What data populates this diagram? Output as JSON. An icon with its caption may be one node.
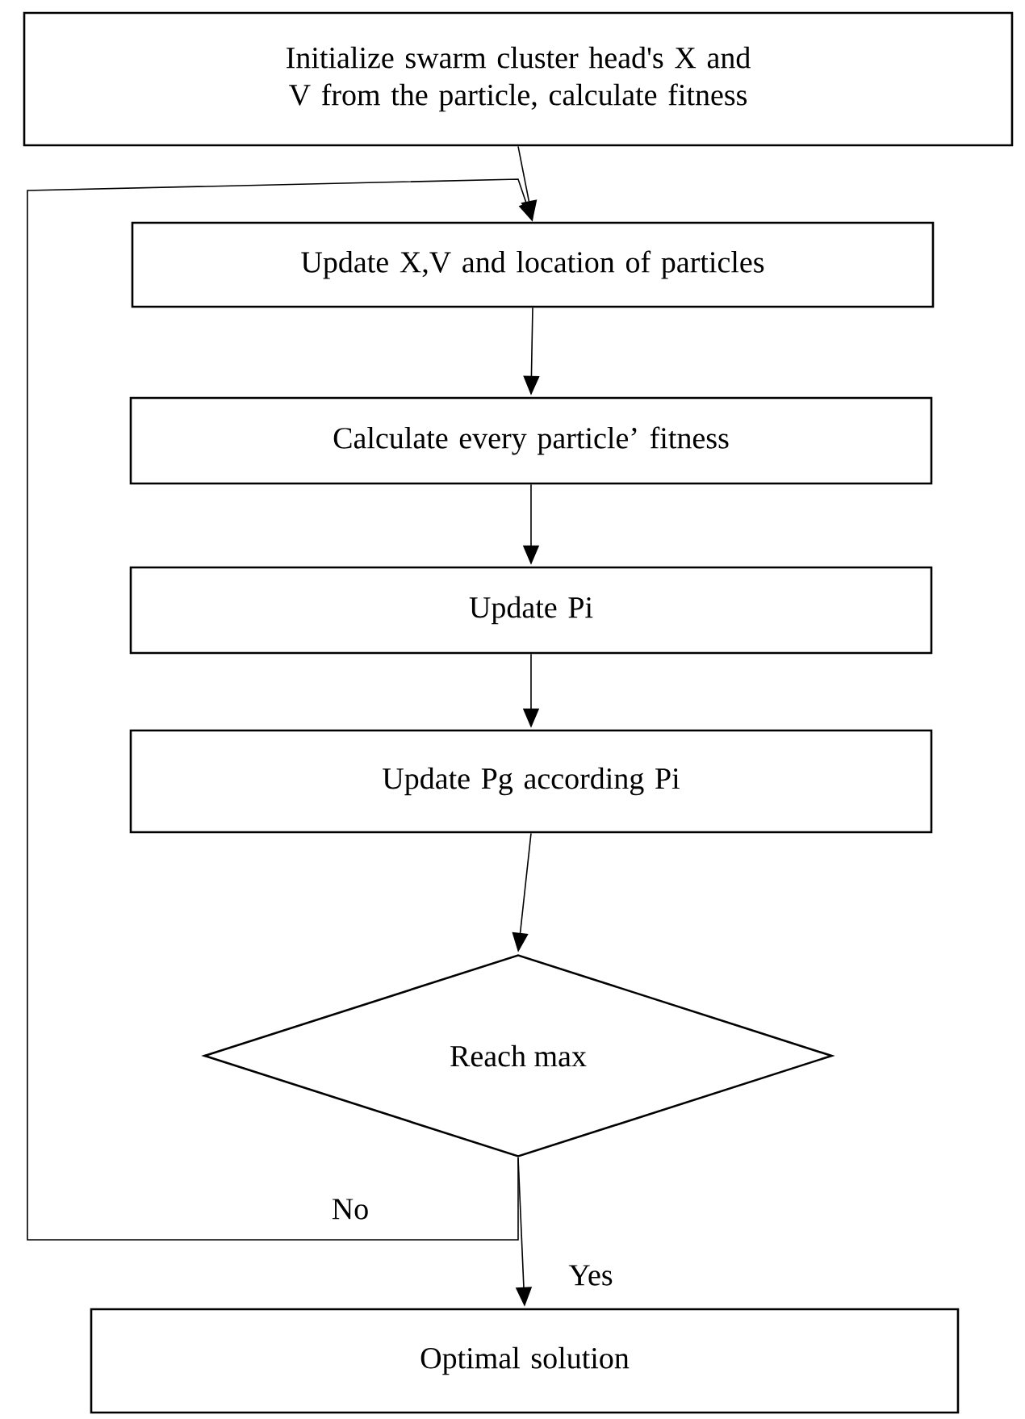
{
  "diagram": {
    "nodes": [
      {
        "text": [
          "Initialize swarm cluster head's X and V from the particle, calculate fitness"
        ]
      },
      {
        "text": [
          "Update X,V and location of particles"
        ]
      },
      {
        "text": [
          "Calculate every particle’ fitness"
        ]
      },
      {
        "text": [
          "Update Pi"
        ]
      },
      {
        "text": [
          "Update Pg according Pi"
        ]
      },
      {
        "text": [
          "Reach max"
        ]
      },
      {
        "text": [
          "Optimal solution"
        ]
      }
    ],
    "edges": [
      {
        "from": 0,
        "to": 1,
        "arrow": "to"
      },
      {
        "from": 1,
        "to": 2,
        "arrow": "to"
      },
      {
        "from": 2,
        "to": 3,
        "arrow": "to"
      },
      {
        "from": 3,
        "to": 4,
        "arrow": "to"
      },
      {
        "from": 4,
        "to": 5,
        "arrow": "to"
      },
      {
        "from": 5,
        "to": 6,
        "arrow": "to",
        "label": "Yes"
      },
      {
        "from": 5,
        "to": 1,
        "arrow": "to",
        "label": "No"
      }
    ]
  }
}
